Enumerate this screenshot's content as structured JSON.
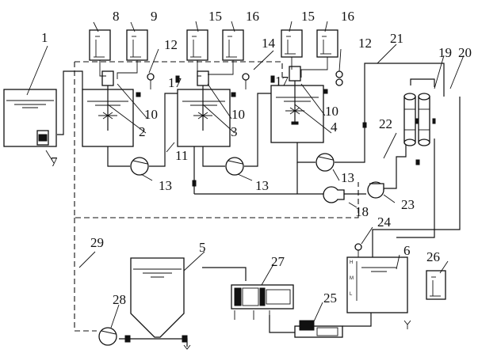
{
  "labels": {
    "l1": "1",
    "l2": "2",
    "l3": "3",
    "l4": "4",
    "l5": "5",
    "l6": "6",
    "l7": "7",
    "l8": "8",
    "l9": "9",
    "l10a": "10",
    "l10b": "10",
    "l10c": "10",
    "l11": "11",
    "l12a": "12",
    "l12b": "12",
    "l13a": "13",
    "l13b": "13",
    "l13c": "13",
    "l14": "14",
    "l15a": "15",
    "l15b": "15",
    "l16a": "16",
    "l16b": "16",
    "l17a": "17",
    "l17b": "17",
    "l18": "18",
    "l19": "19",
    "l20": "20",
    "l21": "21",
    "l22": "22",
    "l23": "23",
    "l24": "24",
    "l25": "25",
    "l26": "26",
    "l27": "27",
    "l28": "28",
    "l29": "29"
  },
  "level_marks": {
    "high": "H",
    "mid": "M",
    "low": "L"
  }
}
